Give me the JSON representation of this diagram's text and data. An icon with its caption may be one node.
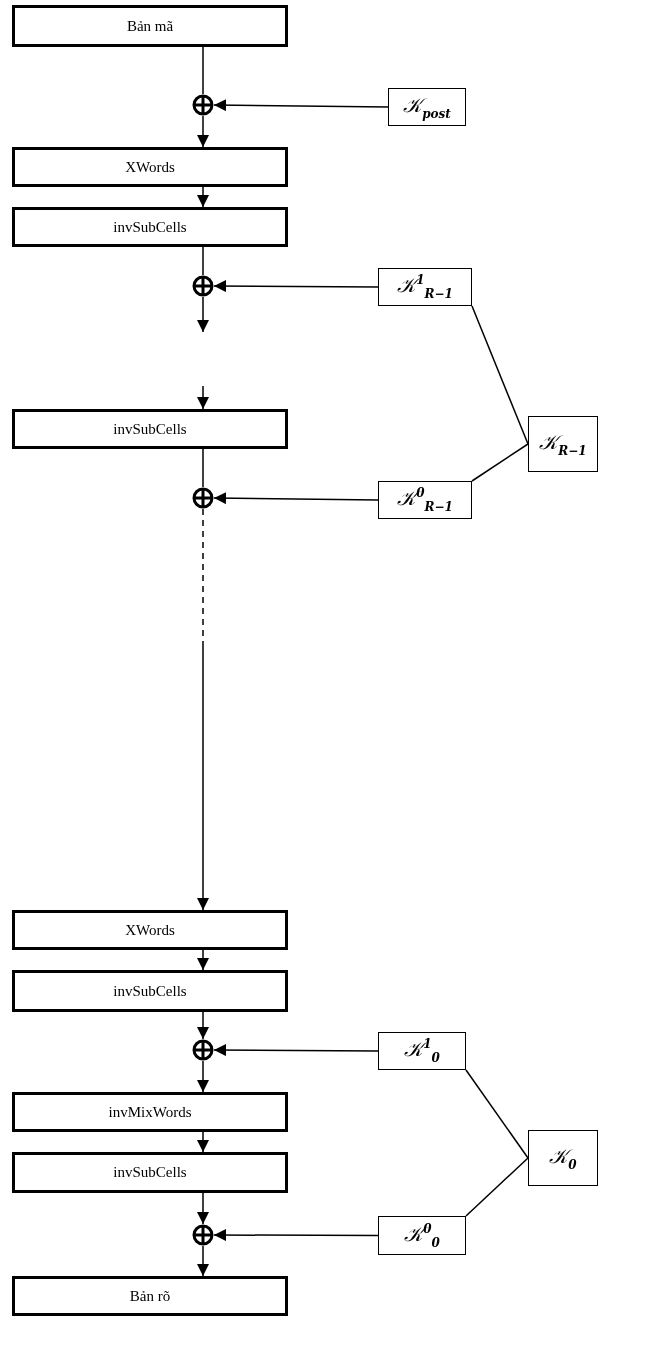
{
  "diagram": {
    "nodes": [
      {
        "text": [
          "Bản mã"
        ]
      },
      {
        "text": [],
        "shape": "circle"
      },
      {
        "text": [
          "𝒦$_{post}$"
        ]
      },
      {
        "text": [
          "XWords"
        ]
      },
      {
        "text": [
          "invSubCells"
        ]
      },
      {
        "text": [],
        "shape": "circle"
      },
      {
        "text": [
          "𝒦$^{1}$$_{R−1}$"
        ]
      },
      {
        "text": [
          "invSubCells"
        ]
      },
      {
        "text": [],
        "shape": "circle"
      },
      {
        "text": [
          "𝒦$^{0}$$_{R−1}$"
        ]
      },
      {
        "text": [
          "𝒦$_{R−1}$"
        ]
      },
      {
        "text": [
          "XWords"
        ]
      },
      {
        "text": [
          "invSubCells"
        ]
      },
      {
        "text": [],
        "shape": "circle"
      },
      {
        "text": [
          "𝒦$^{1}$$_{0}$"
        ]
      },
      {
        "text": [
          "invMixWords"
        ]
      },
      {
        "text": [
          "invSubCells"
        ]
      },
      {
        "text": [],
        "shape": "circle"
      },
      {
        "text": [
          "𝒦$^{0}$$_{0}$"
        ]
      },
      {
        "text": [
          "𝒦$_{0}$"
        ]
      },
      {
        "text": [
          "Bản rõ"
        ]
      }
    ],
    "edges": [
      {
        "from": 0,
        "to": 1,
        "arrow": "none"
      },
      {
        "from": 2,
        "to": 1,
        "arrow": "to"
      },
      {
        "from": 1,
        "to": 3,
        "arrow": "to"
      },
      {
        "from": 3,
        "to": 4,
        "arrow": "to"
      },
      {
        "from": 4,
        "to": 5,
        "arrow": "none"
      },
      {
        "from": 6,
        "to": 5,
        "arrow": "to"
      },
      {
        "from": 5,
        "to": null,
        "arrow": "to"
      },
      {
        "from": null,
        "to": 7,
        "arrow": "to"
      },
      {
        "from": 7,
        "to": 8,
        "arrow": "none"
      },
      {
        "from": 9,
        "to": 8,
        "arrow": "to"
      },
      {
        "from": 8,
        "to": 11,
        "arrow": "to",
        "style": "dashed"
      },
      {
        "from": 10,
        "to": 6,
        "arrow": "none"
      },
      {
        "from": 10,
        "to": 9,
        "arrow": "none"
      },
      {
        "from": 11,
        "to": 12,
        "arrow": "to"
      },
      {
        "from": 12,
        "to": 13,
        "arrow": "to"
      },
      {
        "from": 14,
        "to": 13,
        "arrow": "to"
      },
      {
        "from": 13,
        "to": 15,
        "arrow": "to"
      },
      {
        "from": 15,
        "to": 16,
        "arrow": "to"
      },
      {
        "from": 16,
        "to": 17,
        "arrow": "to"
      },
      {
        "from": 18,
        "to": 17,
        "arrow": "to"
      },
      {
        "from": 19,
        "to": 14,
        "arrow": "none"
      },
      {
        "from": 19,
        "to": 18,
        "arrow": "none"
      },
      {
        "from": 17,
        "to": 20,
        "arrow": "to"
      }
    ]
  }
}
